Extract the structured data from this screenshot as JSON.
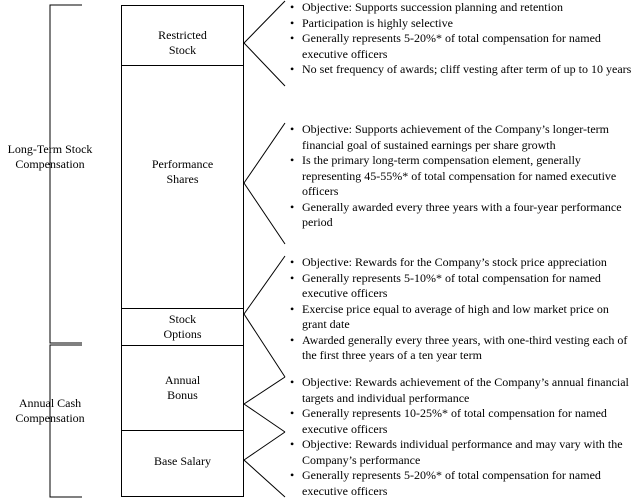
{
  "groups": [
    {
      "label_line1": "Long-Term Stock",
      "label_line2": "Compensation"
    },
    {
      "label_line1": "Annual Cash",
      "label_line2": "Compensation"
    }
  ],
  "elements": [
    {
      "name_line1": "Restricted",
      "name_line2": "Stock",
      "bullets": [
        "Objective:  Supports succession planning and retention",
        "Participation is highly selective",
        "Generally represents 5-20%* of total compensation for named executive officers",
        "No set frequency of awards; cliff vesting after term of up to 10 years"
      ]
    },
    {
      "name_line1": "Performance",
      "name_line2": "Shares",
      "bullets": [
        "Objective:  Supports achievement of the Company’s longer-term financial goal of sustained earnings per share growth",
        "Is the primary long-term compensation element, generally representing 45-55%* of total compensation for named executive officers",
        "Generally awarded every three years with a four-year performance period"
      ]
    },
    {
      "name_line1": "Stock",
      "name_line2": "Options",
      "bullets": [
        "Objective:  Rewards for the Company’s stock price appreciation",
        "Generally represents 5-10%* of total compensation for named executive officers",
        "Exercise price equal to average of high and low market price on grant date",
        "Awarded generally every three years, with one-third vesting each of the first three years of a ten year term"
      ]
    },
    {
      "name_line1": "Annual",
      "name_line2": "Bonus",
      "bullets": [
        "Objective:  Rewards achievement of the Company’s annual financial targets and individual performance",
        "Generally represents 10-25%* of total compensation for named executive officers"
      ]
    },
    {
      "name_line1": "Base Salary",
      "name_line2": "",
      "bullets": [
        "Objective:  Rewards individual performance and may vary with the Company’s performance",
        "Generally represents 5-20%* of total compensation for named executive officers"
      ]
    }
  ]
}
